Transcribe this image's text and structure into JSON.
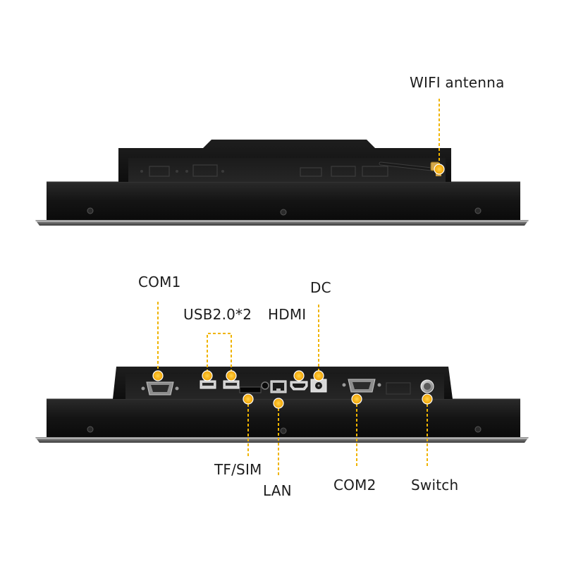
{
  "callouts": {
    "wifi": "WIFI antenna",
    "com1": "COM1",
    "usb": "USB2.0*2",
    "hdmi": "HDMI",
    "dc": "DC",
    "tfsim": "TF/SIM",
    "lan": "LAN",
    "com2": "COM2",
    "switch": "Switch"
  },
  "colors": {
    "accent": "#f5a800",
    "leader": "#f0b400",
    "body": "#111111",
    "label": "#1d1d1d"
  },
  "icons": [
    "wifi-antenna-icon",
    "serial-port-icon",
    "usb-port-icon",
    "hdmi-port-icon",
    "dc-jack-icon",
    "ethernet-port-icon",
    "power-switch-icon"
  ]
}
